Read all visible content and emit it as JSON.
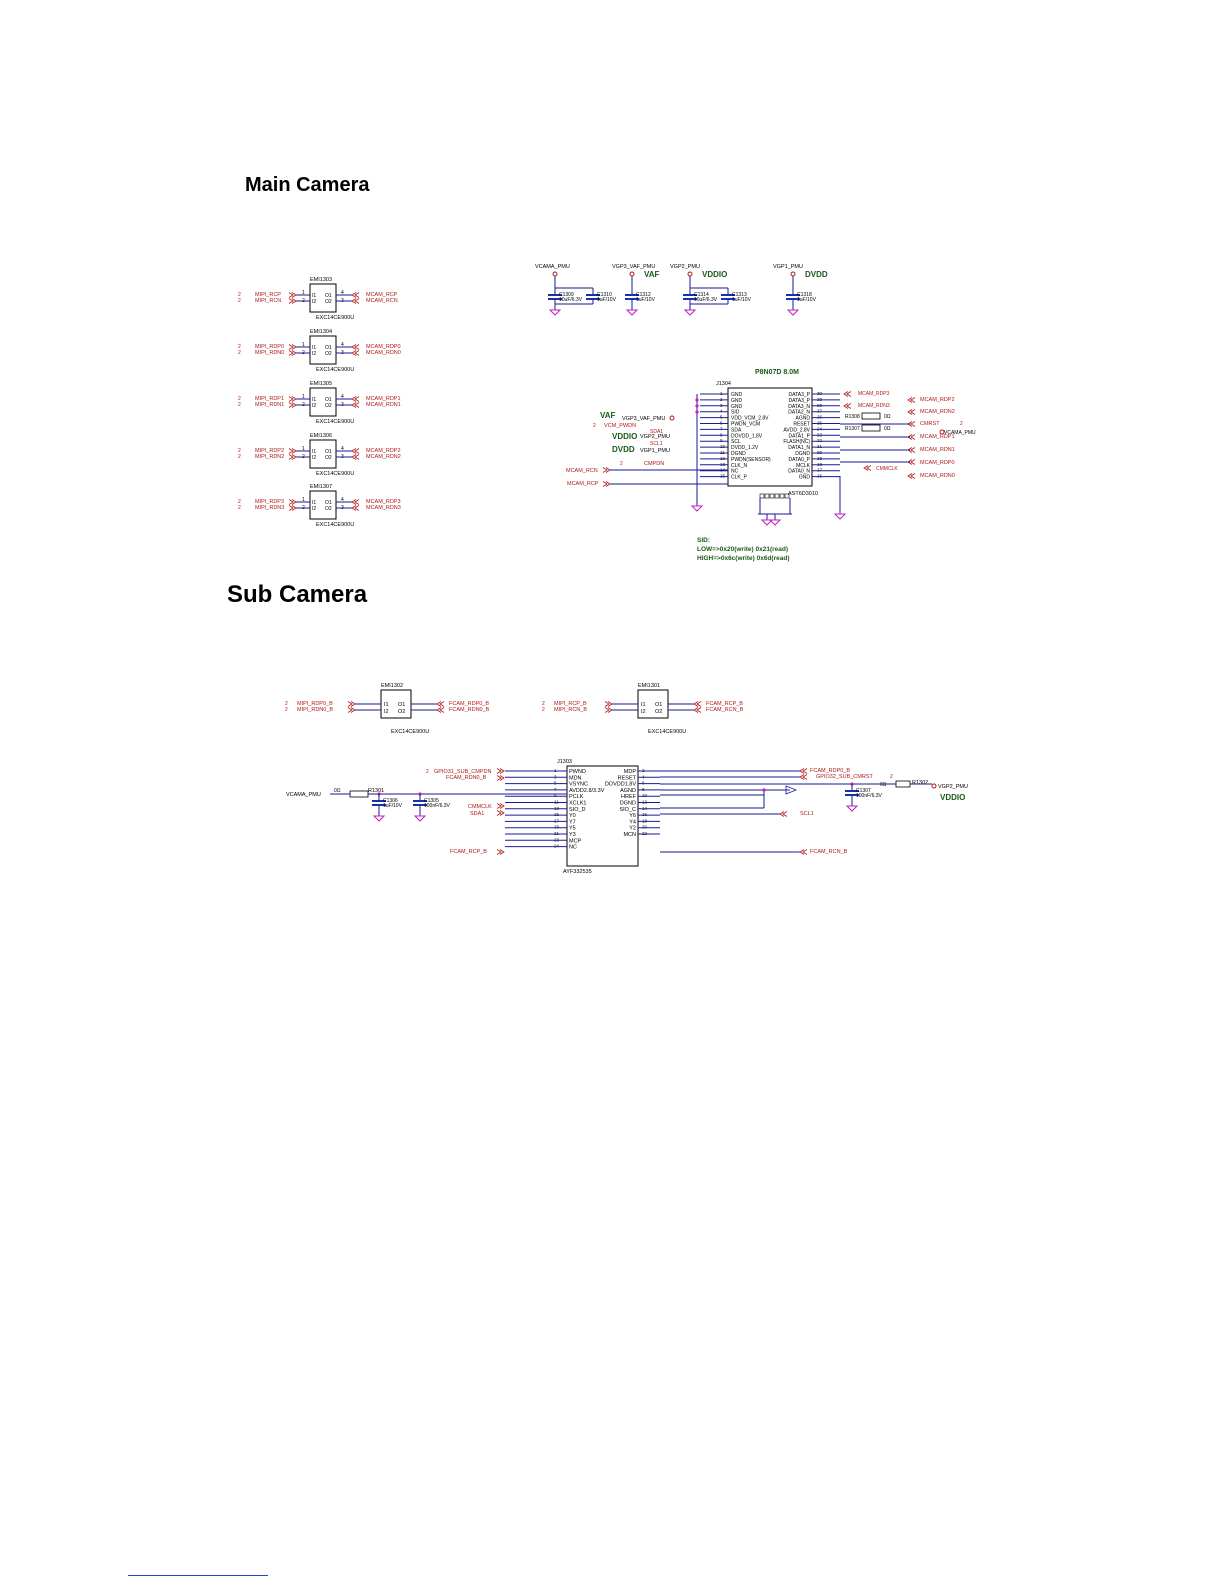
{
  "sections": {
    "main_title": "Main Camera",
    "sub_title": "Sub Camera"
  },
  "colors": {
    "wire": "#1a1a99",
    "net": "#b01818",
    "rail": "#1a5a1a",
    "body": "#000000",
    "dot": "#c020c0"
  },
  "main": {
    "emi": [
      {
        "ref": "EMI1303",
        "part": "EXC14CE900U",
        "in": [
          "MIPI_RCP",
          "MIPI_RCN"
        ],
        "out": [
          "MCAM_RCP",
          "MCAM_RCN"
        ]
      },
      {
        "ref": "EMI1304",
        "part": "EXC14CE900U",
        "in": [
          "MIPI_RDP0",
          "MIPI_RDN0"
        ],
        "out": [
          "MCAM_RDP0",
          "MCAM_RDN0"
        ]
      },
      {
        "ref": "EMI1305",
        "part": "EXC14CE900U",
        "in": [
          "MIPI_RDP1",
          "MIPI_RDN1"
        ],
        "out": [
          "MCAM_RDP1",
          "MCAM_RDN1"
        ]
      },
      {
        "ref": "EMI1306",
        "part": "EXC14CE900U",
        "in": [
          "MIPI_RDP2",
          "MIPI_RDN2"
        ],
        "out": [
          "MCAM_RDP2",
          "MCAM_RDN2"
        ]
      },
      {
        "ref": "EMI1307",
        "part": "EXC14CE900U",
        "in": [
          "MIPI_RDP3",
          "MIPI_RDN3"
        ],
        "out": [
          "MCAM_RDP3",
          "MCAM_RDN3"
        ]
      }
    ],
    "emi_pins": {
      "i1": "I1",
      "i2": "I2",
      "o1": "O1",
      "o2": "O2",
      "p1": "1",
      "p2": "2",
      "p3": "3",
      "p4": "4"
    },
    "decoupling": {
      "supplies": [
        "VCAMA_PMU",
        "VGP3_VAF_PMU",
        "VGP2_PMU",
        "VGP1_PMU"
      ],
      "rails": [
        "VAF",
        "VDDIO",
        "DVDD"
      ],
      "caps": [
        {
          "ref": "C1309",
          "value": "10uF/6.3V"
        },
        {
          "ref": "C1310",
          "value": "1uF/10V"
        },
        {
          "ref": "C1312",
          "value": "1uF/10V"
        },
        {
          "ref": "C1314",
          "value": "10uF/6.3V"
        },
        {
          "ref": "C1313",
          "value": "1uF/10V"
        },
        {
          "ref": "C1318",
          "value": "1uF/10V"
        }
      ]
    },
    "connector": {
      "ref": "J1304",
      "model": "P8N07D 8.0M",
      "part": "AST6D3010",
      "left_pins": [
        "GND",
        "GND",
        "GND",
        "SID",
        "VDD_VCM_2.8V",
        "PWDN_VCM",
        "SDA",
        "DOVDD_1.8V",
        "SCL",
        "DVDD_1.2V",
        "DGND",
        "PWDN(SENSOR)",
        "CLK_N",
        "NC",
        "CLK_P"
      ],
      "left_nums": [
        "1",
        "2",
        "3",
        "4",
        "5",
        "6",
        "7",
        "8",
        "9",
        "10",
        "11",
        "12",
        "13",
        "14",
        "15"
      ],
      "right_pins": [
        "DATA3_P",
        "DATA3_P",
        "DATA3_N",
        "DATA2_N",
        "AGND",
        "RESET",
        "AVDD_2.8V",
        "DATA1_P",
        "FLASH(NC)",
        "DATA1_N",
        "DGND",
        "DATA0_P",
        "MCLK",
        "DATA0_N",
        "GND"
      ],
      "right_nums": [
        "30",
        "29",
        "28",
        "27",
        "26",
        "25",
        "24",
        "23",
        "22",
        "21",
        "20",
        "19",
        "18",
        "17",
        "16"
      ],
      "left_nets": [
        "VGP3_VAF_PMU",
        "VCM_PWDN",
        "SDA1",
        "VGP2_PMU",
        "SCL1",
        "VGP1_PMU",
        "CMPDN",
        "MCAM_RCN",
        "MCAM_RCP"
      ],
      "left_rails": [
        "VAF",
        "VDDIO",
        "DVDD"
      ],
      "right_nets": [
        "MCAM_RDP3",
        "MCAM_RDN3",
        "R1308",
        "0Ω",
        "R1307",
        "0Ω",
        "CMRST",
        "VCAMA_PMU",
        "CMMCLK",
        "MCAM_RDP2",
        "MCAM_RDN2",
        "MCAM_RDP1",
        "MCAM_RDN1",
        "MCAM_RDP0",
        "MCAM_RDN0"
      ],
      "small_num": "2"
    },
    "sid_note": {
      "head": "SID:",
      "low": "LOW=>0x20(write) 0x21(read)",
      "high": "HIGH=>0x6c(write) 0x6d(read)"
    }
  },
  "sub": {
    "emi": [
      {
        "ref": "EMI1302",
        "part": "EXC14CE900U",
        "in": [
          "MIPI_RDP0_B",
          "MIPI_RDN0_B"
        ],
        "out": [
          "FCAM_RDP0_B",
          "FCAM_RDN0_B"
        ]
      },
      {
        "ref": "EMI1301",
        "part": "EXC14CE900U",
        "in": [
          "MIPI_RCP_B",
          "MIPI_RCN_B"
        ],
        "out": [
          "FCAM_RCP_B",
          "FCAM_RCN_B"
        ]
      }
    ],
    "connector": {
      "ref": "J1303",
      "part": "AYF332535",
      "left_pins": [
        "PWND",
        "MDN",
        "VSYNC",
        "AVDD2.8/3.3V",
        "PCLK",
        "XCLK1",
        "SIO_D",
        "Y0",
        "Y7",
        "Y5",
        "Y3",
        "MCP",
        "NC"
      ],
      "left_nums": [
        "1",
        "3",
        "5",
        "7",
        "9",
        "11",
        "13",
        "15",
        "17",
        "19",
        "21",
        "23",
        "24"
      ],
      "right_pins": [
        "MDP",
        "RESET",
        "DOVDD1.8V",
        "AGND",
        "HREF",
        "DGND",
        "SIO_C",
        "Y6",
        "Y4",
        "Y2",
        "MCN"
      ],
      "right_nums": [
        "2",
        "4",
        "6",
        "8",
        "10",
        "12",
        "14",
        "16",
        "18",
        "20",
        "22"
      ],
      "left_nets": [
        "GPIO31_SUB_CMPDN",
        "FCAM_RDN0_B",
        "CMMCLK",
        "SDA1",
        "FCAM_RCP_B"
      ],
      "right_nets": [
        "FCAM_RDP0_B",
        "GPIO32_SUB_CMRST",
        "SCL1",
        "FCAM_RCN_B"
      ],
      "power": {
        "left_supply": "VCAMA_PMU",
        "r_left": "R1301",
        "r_left_val": "0Ω",
        "c1": "C1306",
        "c1v": "1uF/10V",
        "c2": "C1305",
        "c2v": "100nF/6.3V",
        "right_supply": "VGP2_PMU",
        "r_right": "R1302",
        "r_right_val": "0Ω",
        "c3": "C1307",
        "c3v": "100nF/6.3V",
        "rail": "VDDIO"
      }
    }
  }
}
